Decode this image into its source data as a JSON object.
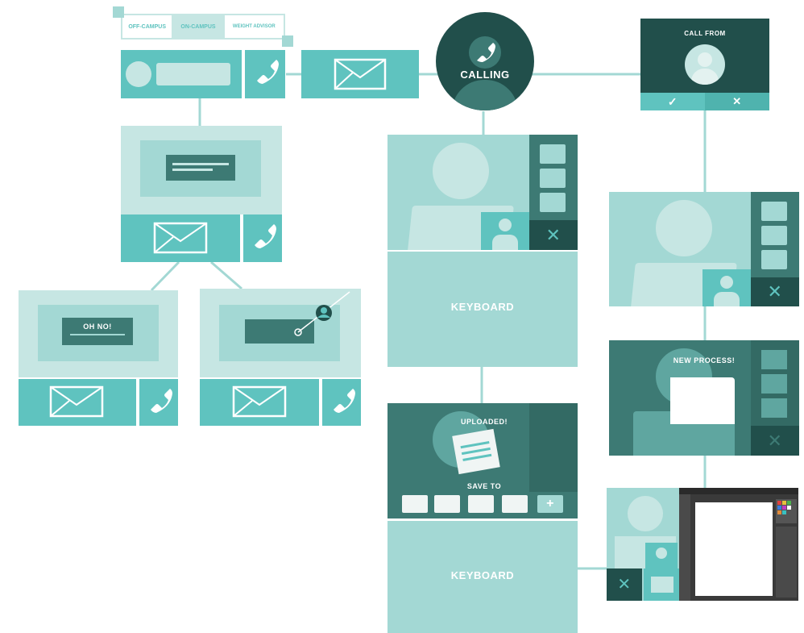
{
  "tabs": [
    "OFF-CAMPUS",
    "ON-CAMPUS",
    "WEIGHT ADVISOR"
  ],
  "calling": "CALLING",
  "call_from": "CALL FROM",
  "accept_glyph": "✓",
  "decline_glyph": "✕",
  "keyboard_1": "KEYBOARD",
  "keyboard_2": "KEYBOARD",
  "uploaded": "UPLOADED!",
  "save_to": "SAVE TO",
  "new_process": "NEW PROCESS!",
  "oh_no": "OH NO!",
  "plus_glyph": "+",
  "colors": {
    "light": "#a3d8d4",
    "pale": "#c6e6e3",
    "mid": "#5fc3bf",
    "dark": "#3d7a74",
    "deep": "#214f4b"
  },
  "icons": [
    "phone-icon",
    "envelope-icon",
    "avatar-icon",
    "folder-icon",
    "close-icon",
    "check-icon",
    "document-icon"
  ]
}
